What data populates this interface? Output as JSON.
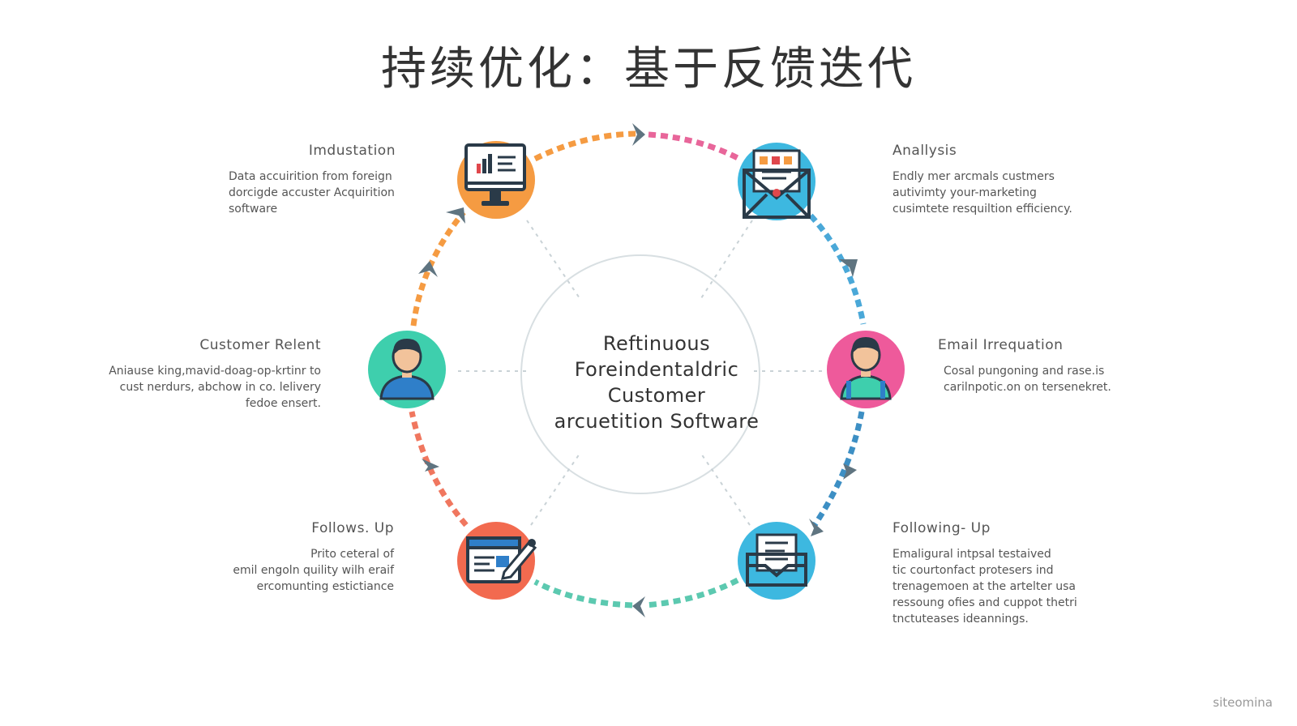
{
  "title": "持续优化：基于反馈迭代",
  "center_text": "Reftinuous\nForeindentaldric\nCustomer\narcuetition Software",
  "nodes": [
    {
      "key": "top-left",
      "icon": "monitor-chart-icon",
      "color": "#f59b42",
      "heading": "Imdustation",
      "body": "Data accuirition from foreign\ndorcigde accuster Acquirition\nsoftware"
    },
    {
      "key": "top-right",
      "icon": "envelope-document-icon",
      "color": "#3db8e0",
      "heading": "Anallysis",
      "body": "Endly mer arcmals custmers\nautivimty your-marketing\ncusimtete resquiltion efficiency."
    },
    {
      "key": "mid-left",
      "icon": "person-avatar-icon",
      "color": "#3ecfad",
      "heading": "Customer Relent",
      "body": "Aniause king,mavid-doag-op-krtinr to\ncust nerdurs, abchow in co. lelivery\nfedoe ensert."
    },
    {
      "key": "mid-right",
      "icon": "person-avatar-icon",
      "color": "#ee5a9b",
      "heading": "Email Irrequation",
      "body": "Cosal pungoning and rase.is\ncarilnpotic.on on tersenekret."
    },
    {
      "key": "bottom-left",
      "icon": "browser-edit-icon",
      "color": "#f26a4f",
      "heading": "Follows. Up",
      "body": "Prito ceteral of\nemil engoln quility wilh eraif\nercomunting estictiance"
    },
    {
      "key": "bottom-right",
      "icon": "envelope-list-icon",
      "color": "#3db8e0",
      "heading": "Following- Up",
      "body": "Emaligural intpsal testaived\ntic courtonfact protesers ind\ntrenagemoen at the artelter usa\nressoung ofies and cuppot thetri\ntnctuteases ideannings."
    }
  ],
  "watermark": "siteomina",
  "colors": {
    "orange": "#f59b42",
    "pink": "#e8669a",
    "blue": "#4aa8d8",
    "teal": "#5cc9b0",
    "arrow": "#5f7480"
  }
}
